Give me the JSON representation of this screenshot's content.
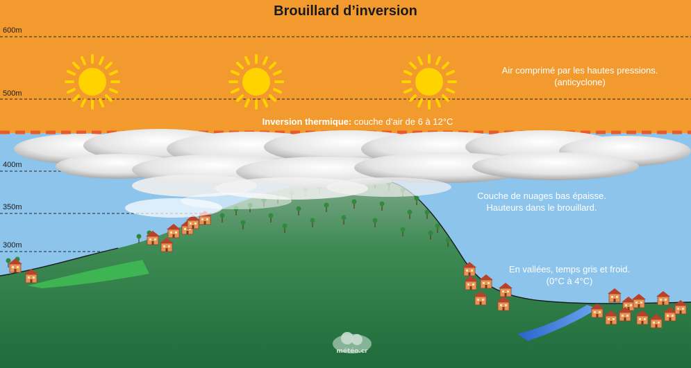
{
  "title": "Brouillard d’inversion",
  "altitudes": {
    "a600": "600m",
    "a500": "500m",
    "a400": "400m",
    "a350": "350m",
    "a300": "300m"
  },
  "notes": {
    "high_pressure_line1": "Air comprimé par les hautes pressions.",
    "high_pressure_line2": "(anticyclone)",
    "inversion_label": "Inversion thermique:",
    "inversion_desc": "couche d’air de 6 à 12°C",
    "cloud_line1": "Couche de nuages bas épaisse.",
    "cloud_line2": "Hauteurs dans le brouillard.",
    "valley_line1": "En vallées, temps gris et froid.",
    "valley_line2": "(0°C à 4°C)"
  },
  "logo": "météo.cr",
  "icons": [
    "sun-icon",
    "sun-icon",
    "sun-icon",
    "house-icon",
    "tree-icon",
    "cloud-icon",
    "river-icon"
  ],
  "colors": {
    "warm_layer": "#f39a2e",
    "sky": "#8cc4ec",
    "ground": "#1e6b3a",
    "inversion_line": "#e85a2c",
    "sun": "#ffd300"
  }
}
